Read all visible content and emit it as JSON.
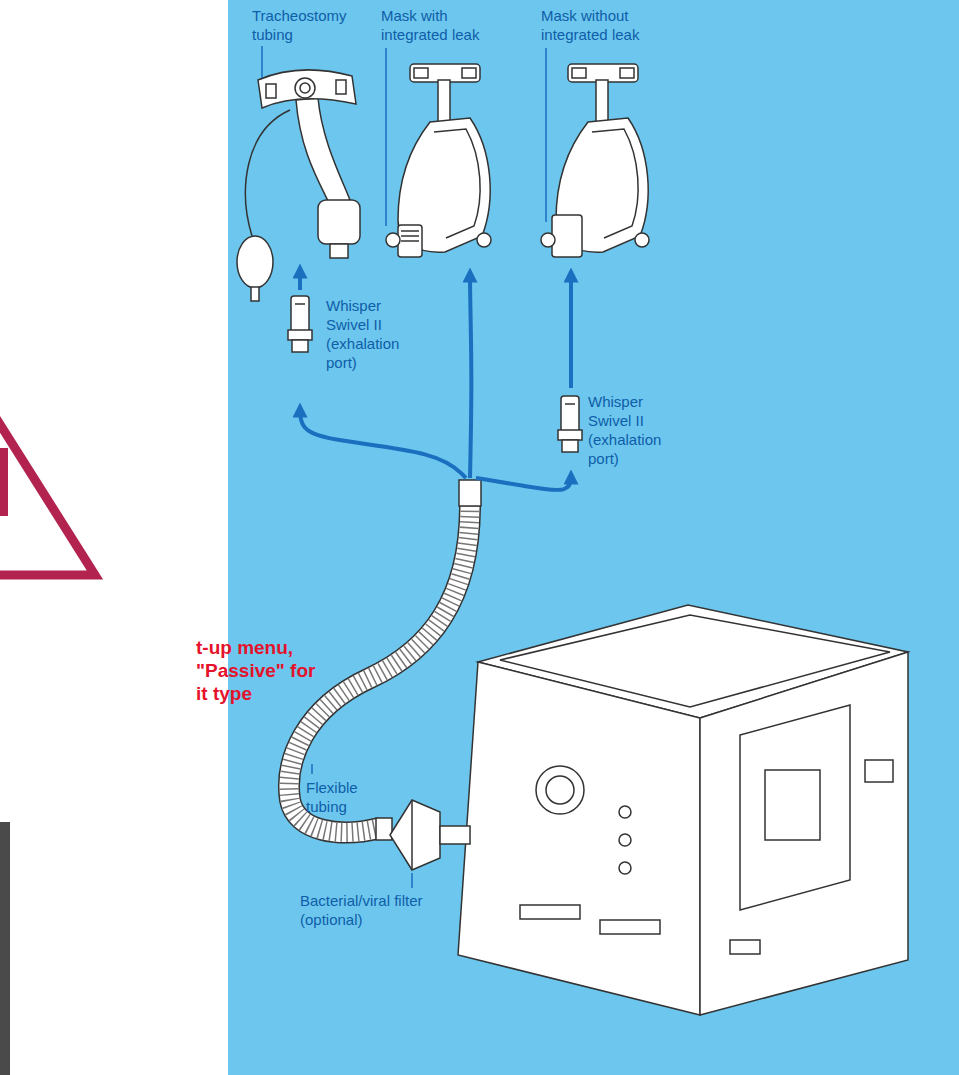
{
  "diagram": {
    "nodes": [
      {
        "text": [
          "Tracheostomy tubing"
        ]
      },
      {
        "text": [
          "Mask with integrated leak"
        ]
      },
      {
        "text": [
          "Mask without integrated leak"
        ]
      },
      {
        "text": [
          "Whisper Swivel II (exhalation port)"
        ]
      },
      {
        "text": [
          "Whisper Swivel II (exhalation port)"
        ]
      },
      {
        "text": [
          "Flexible tubing"
        ]
      },
      {
        "text": [
          "Bacterial/viral filter (optional)"
        ]
      }
    ],
    "edges": [
      {
        "from": 5,
        "to": 3,
        "arrow": "to"
      },
      {
        "from": 3,
        "to": 0,
        "arrow": "to"
      },
      {
        "from": 5,
        "to": 1,
        "arrow": "to"
      },
      {
        "from": 5,
        "to": 4,
        "arrow": "to"
      },
      {
        "from": 4,
        "to": 2,
        "arrow": "to"
      }
    ],
    "labels": [
      "t-up menu, \"Passive\" for it type"
    ]
  }
}
